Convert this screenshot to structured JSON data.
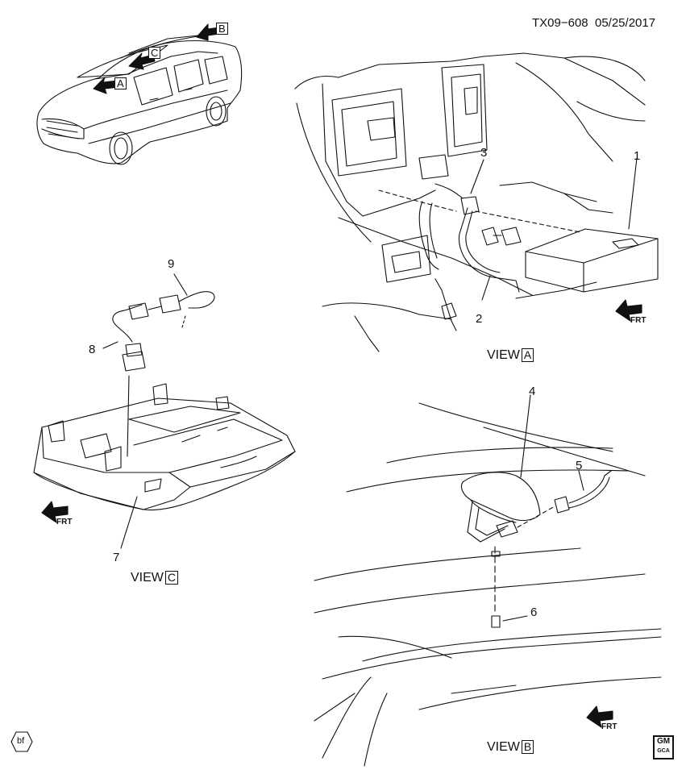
{
  "header": {
    "drawing_id": "TX09−608",
    "date": "05/25/2017"
  },
  "views": {
    "a": {
      "prefix": "VIEW",
      "letter": "A"
    },
    "b": {
      "prefix": "VIEW",
      "letter": "B"
    },
    "c": {
      "prefix": "VIEW",
      "letter": "C"
    }
  },
  "vehicle_arrows": [
    "A",
    "B",
    "C"
  ],
  "callouts": [
    "1",
    "2",
    "3",
    "4",
    "5",
    "6",
    "7",
    "8",
    "9"
  ],
  "frt_label": "FRT",
  "logo": {
    "bf": "bf",
    "gm_top": "GM",
    "gm_bottom": "GCA"
  },
  "colors": {
    "line": "#111111",
    "background": "#ffffff"
  }
}
